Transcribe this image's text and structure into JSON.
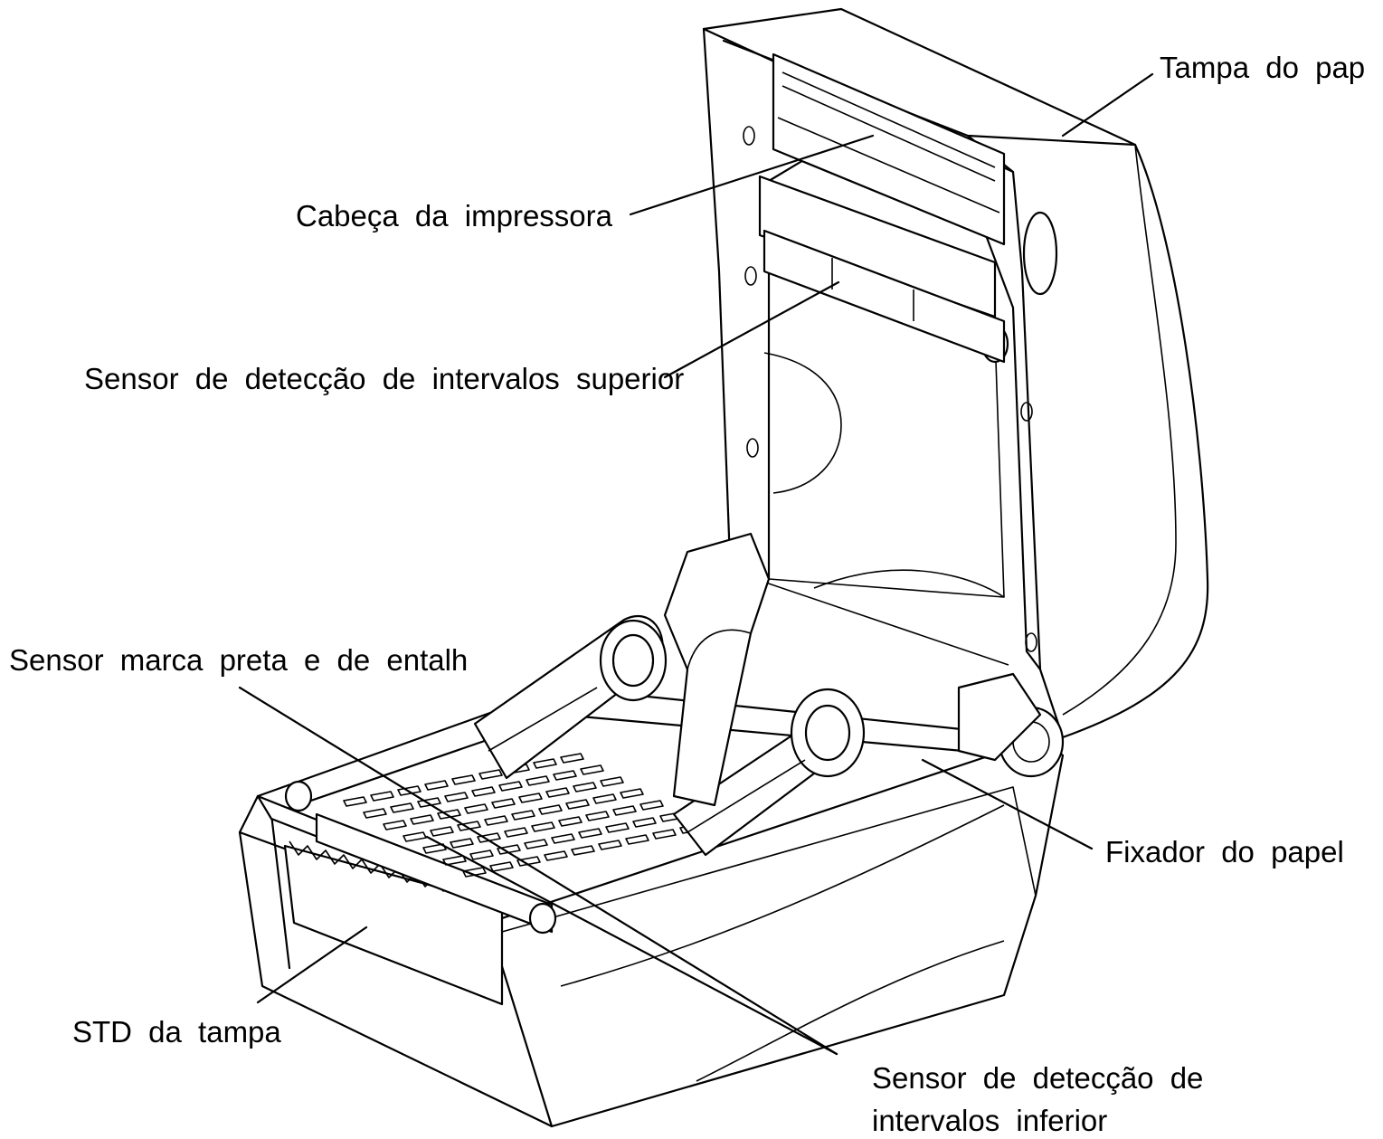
{
  "labels": {
    "paper_cover": "Tampa do pap",
    "print_head": "Cabeça da impressora",
    "upper_gap_sensor": "Sensor de detecção de intervalos superior",
    "black_mark_sensor": "Sensor marca preta e de entalh",
    "paper_holder": "Fixador do papel",
    "cover_std": "STD da tampa",
    "lower_gap_sensor_line1": "Sensor de detecção de",
    "lower_gap_sensor_line2": "intervalos inferior"
  }
}
